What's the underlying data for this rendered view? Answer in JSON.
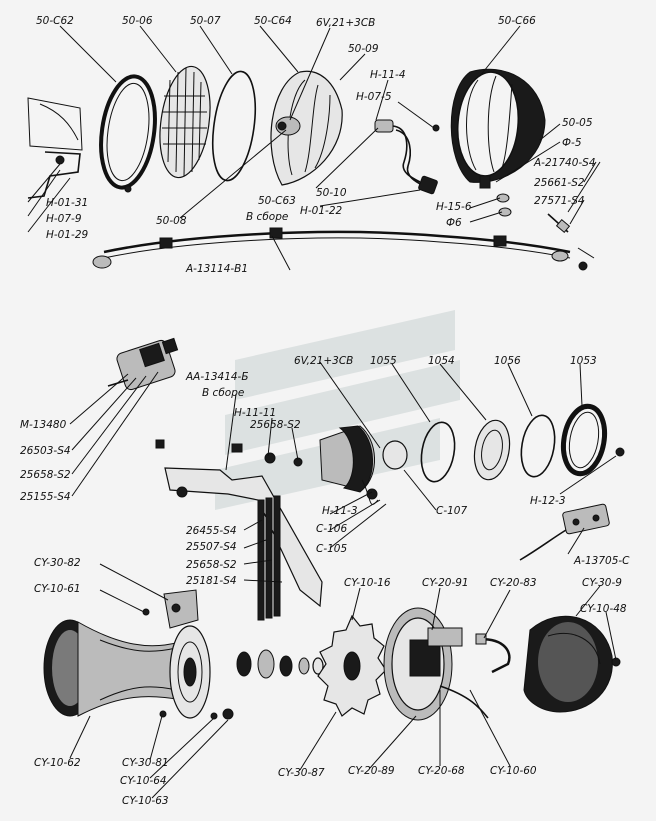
{
  "labels": {
    "l50c62": "50-C62",
    "l5006": "50-06",
    "l5007": "50-07",
    "l50c64": "50-C64",
    "l6v21": "6V,21+3CB",
    "l5009": "50-09",
    "l50c66": "50-C66",
    "lh114a": "H-11-4",
    "lh075a": "H-07-5",
    "l5005": "50-05",
    "lf5": "Ф-5",
    "la21740": "A-21740-S4",
    "l25661": "25661-S2",
    "l27571": "27571-S4",
    "lh0131": "H-01-31",
    "lh079": "H-07-9",
    "lh0129": "H-01-29",
    "l5008": "50-08",
    "l50c63": "50-C63",
    "lvsbore1": "В сборе",
    "l5010": "50-10",
    "lh0122": "H-01-22",
    "lh156": "H-15-6",
    "lf6": "Ф6",
    "la13114": "A-13114-B1",
    "l6v21b": "6V,21+3CB",
    "l1055": "1055",
    "l1054": "1054",
    "l1056": "1056",
    "l1053": "1053",
    "laa13414": "AA-13414-Б",
    "lvsbore2": "В сборе",
    "lh1111": "H-11-11",
    "l25658a": "25658-S2",
    "lm13480": "M-13480",
    "l26503": "26503-S4",
    "l25658b": "25658-S2",
    "l25155": "25155-S4",
    "lh113": "H-11-3",
    "lc106": "C-106",
    "lc105": "C-105",
    "lc107": "C-107",
    "lh123": "H-12-3",
    "la13705": "A-13705-C",
    "l26455": "26455-S4",
    "l25507": "25507-S4",
    "l25658c": "25658-S2",
    "l25181": "25181-S4",
    "lcy3082": "CY-30-82",
    "lcy1061": "CY-10-61",
    "lcy1016": "CY-10-16",
    "lcy2091": "CY-20-91",
    "lcy2083": "CY-20-83",
    "lcy309": "CY-30-9",
    "lcy1048": "CY-10-48",
    "lcy1062": "CY-10-62",
    "lcy3081": "CY-30-81",
    "lcy1064": "CY-10-64",
    "lcy1063": "CY-10-63",
    "lcy3087": "CY-30-87",
    "lcy2089": "CY-20-89",
    "lcy2068": "CY-20-68",
    "lcy1060": "CY-10-60"
  }
}
